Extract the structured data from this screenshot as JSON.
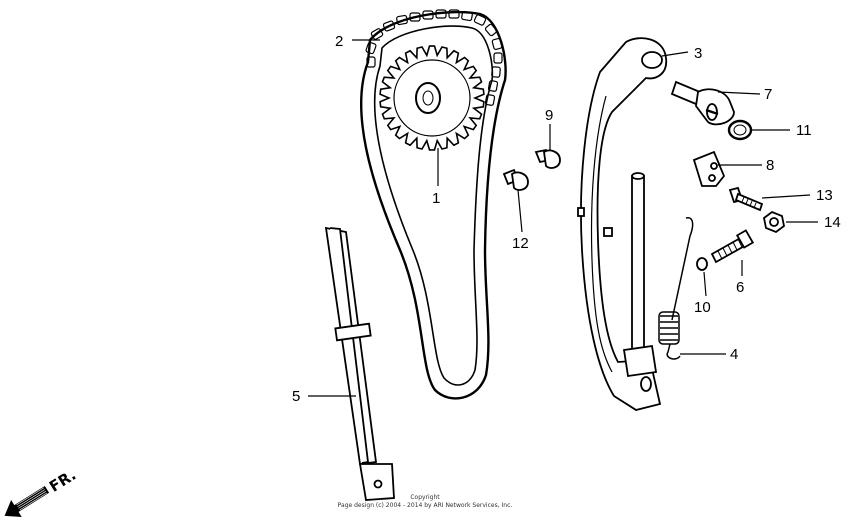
{
  "diagram": {
    "callouts": [
      "1",
      "2",
      "3",
      "4",
      "5",
      "6",
      "7",
      "8",
      "9",
      "10",
      "11",
      "12",
      "13",
      "14"
    ],
    "direction_label": "FR.",
    "copyright_line1": "Copyright",
    "copyright_line2": "Page design (c) 2004 - 2014 by ARI Network Services, Inc."
  }
}
